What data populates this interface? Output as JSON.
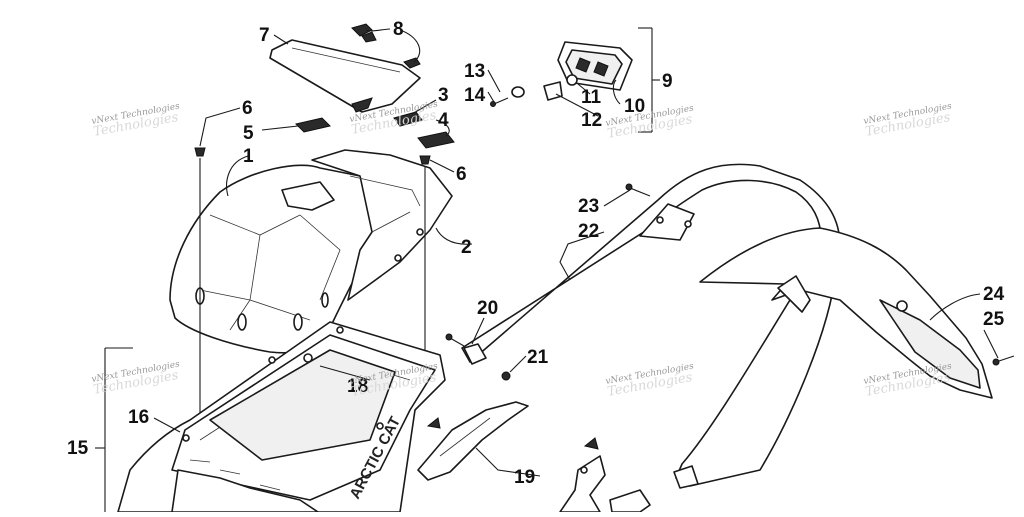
{
  "callouts": {
    "c1": "1",
    "c2": "2",
    "c3": "3",
    "c4": "4",
    "c5": "5",
    "c6a": "6",
    "c6b": "6",
    "c7": "7",
    "c8": "8",
    "c9": "9",
    "c10": "10",
    "c11": "11",
    "c12": "12",
    "c13": "13",
    "c14": "14",
    "c15": "15",
    "c16": "16",
    "c18": "18",
    "c19": "19",
    "c20": "20",
    "c21": "21",
    "c22": "22",
    "c23": "23",
    "c24": "24",
    "c25": "25"
  },
  "watermark": {
    "small": "vNext Technologies",
    "large": "Technologies"
  },
  "brand_text": "ARCTIC CAT"
}
